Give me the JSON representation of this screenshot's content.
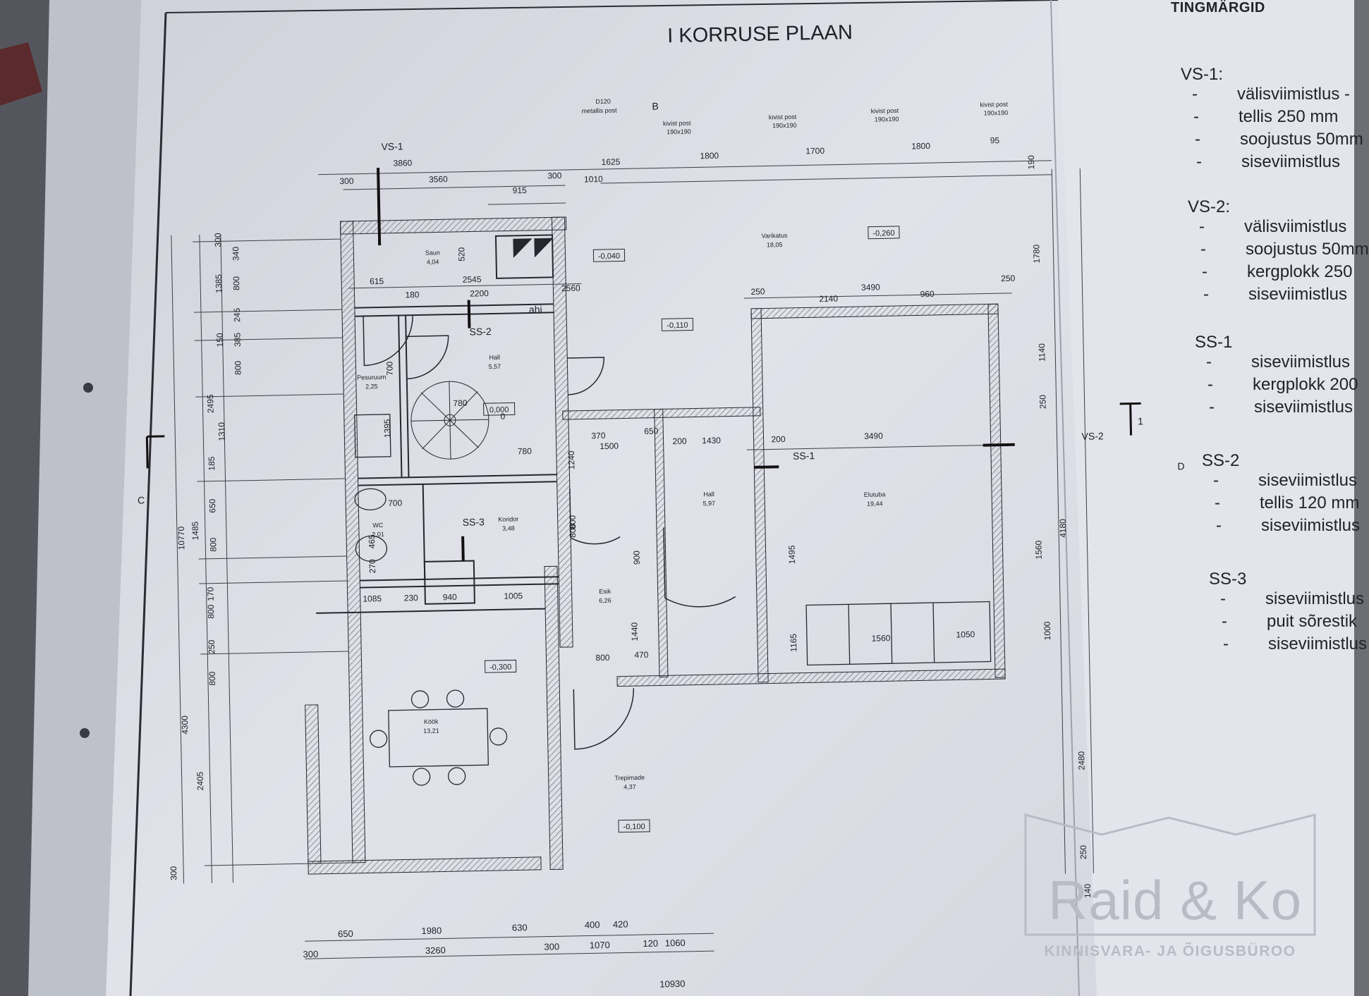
{
  "plan_title": "I KORRUSE PLAAN",
  "legend": {
    "title": "TINGMÄRGID",
    "groups": [
      {
        "code": "VS-1:",
        "items": [
          "välisviimistlus -",
          "tellis 250 mm",
          "soojustus 50mm",
          "siseviimistlus"
        ]
      },
      {
        "code": "VS-2:",
        "items": [
          "välisviimistlus",
          "soojustus 50mm",
          "kergplokk 250",
          "siseviimistlus"
        ]
      },
      {
        "code": "SS-1",
        "items": [
          "siseviimistlus",
          "kergplokk 200",
          "siseviimistlus"
        ]
      },
      {
        "code": "SS-2",
        "items": [
          "siseviimistlus",
          "tellis 120 mm",
          "siseviimistlus"
        ]
      },
      {
        "code": "SS-3",
        "items": [
          "siseviimistlus",
          "puit sõrestik",
          "siseviimistlus"
        ]
      }
    ]
  },
  "rooms": [
    {
      "name": "Saun",
      "area": "4,04"
    },
    {
      "name": "Pesuruum",
      "area": "2,25"
    },
    {
      "name": "Hall",
      "area": "5,57"
    },
    {
      "name": "WC",
      "area": "2,01"
    },
    {
      "name": "Koridor",
      "area": "3,48"
    },
    {
      "name": "Köök",
      "area": "13,21"
    },
    {
      "name": "Esik",
      "area": "6,26"
    },
    {
      "name": "Hall",
      "area": "5,97"
    },
    {
      "name": "Elutuba",
      "area": "19,44"
    },
    {
      "name": "Varikatus",
      "area": "18,05"
    },
    {
      "name": "Trepimade",
      "area": "4,37"
    }
  ],
  "levels": [
    "-0,040",
    "-0,260",
    "-0,110",
    "0,000",
    "-0,300",
    "-0,100"
  ],
  "wall_tags": [
    "VS-1",
    "VS-2",
    "SS-1",
    "SS-2",
    "SS-3",
    "ahi"
  ],
  "section_marks": [
    "B",
    "C",
    "D",
    "1"
  ],
  "posts": {
    "pipe_label": "D120",
    "pipe_sub": "metallis post",
    "post_label": "kivist post",
    "post_size": "190x190"
  },
  "dimensions": {
    "top": [
      "3860",
      "300",
      "3560",
      "300",
      "1625",
      "1010",
      "1800",
      "1700",
      "1800",
      "95",
      "190",
      "915",
      "615",
      "2545",
      "520",
      "2560",
      "180",
      "2200",
      "250",
      "2140",
      "3490",
      "960",
      "250",
      "1780",
      "1140",
      "250",
      "370",
      "650",
      "1500",
      "200",
      "1430",
      "200",
      "3490"
    ],
    "interior": [
      "700",
      "1395",
      "780",
      "780",
      "0",
      "700",
      "465",
      "270",
      "1085",
      "230",
      "940",
      "1005",
      "800",
      "1240",
      "800",
      "900",
      "1440",
      "800",
      "470",
      "1495",
      "1165",
      "1560",
      "1050",
      "1560",
      "1000",
      "4180",
      "2480",
      "250",
      "140"
    ],
    "left": [
      "300",
      "340",
      "1385",
      "800",
      "245",
      "150",
      "385",
      "800",
      "2495",
      "1310",
      "185",
      "650",
      "1485",
      "800",
      "10770",
      "170",
      "800",
      "250",
      "800",
      "4300",
      "2405",
      "300"
    ],
    "bottom": [
      "650",
      "1980",
      "630",
      "400",
      "420",
      "300",
      "3260",
      "300",
      "1070",
      "120",
      "1060",
      "10930"
    ]
  },
  "watermark": {
    "name": "Raid & Ko",
    "tagline": "KINNISVARA- JA ÕIGUSBÜROO"
  },
  "colors": {
    "paper": "#dfe0e8",
    "ink": "#26272e",
    "hatch": "#6c6d74",
    "backdrop": "#6d6e74"
  }
}
